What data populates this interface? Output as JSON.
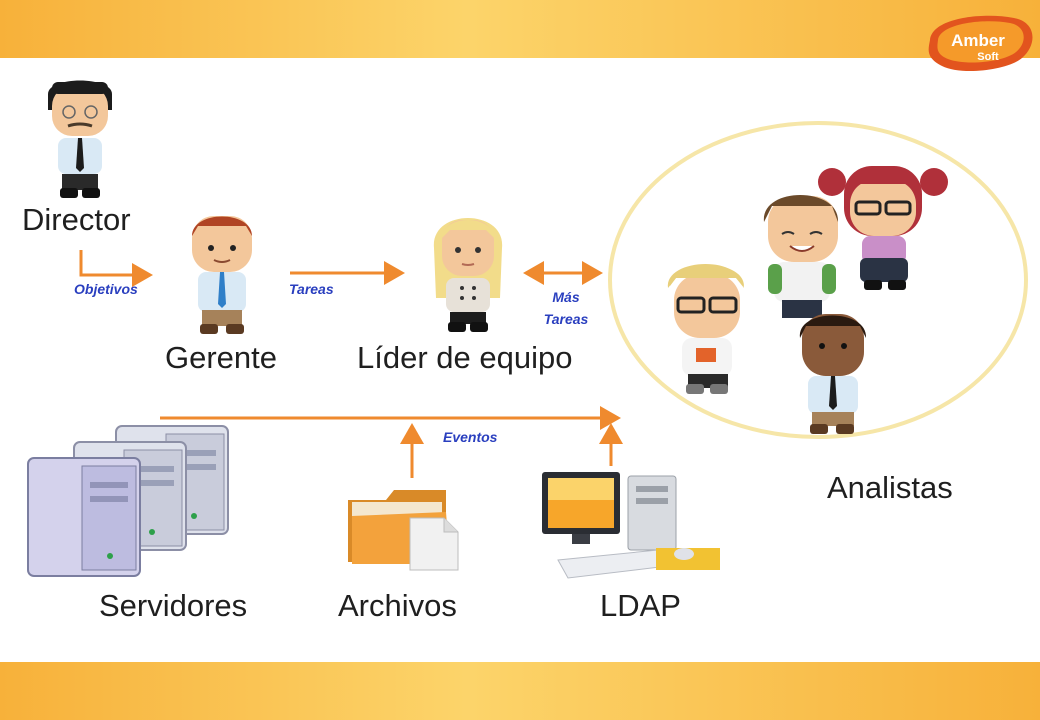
{
  "brand": {
    "line1": "Amber",
    "line2": "Soft"
  },
  "roles": {
    "director": "Director",
    "gerente": "Gerente",
    "lider": "Líder de equipo",
    "analistas": "Analistas"
  },
  "flows": {
    "objetivos": "Objetivos",
    "tareas": "Tareas",
    "mas_tareas_1": "Más",
    "mas_tareas_2": "Tareas",
    "eventos": "Eventos"
  },
  "sources": {
    "servidores": "Servidores",
    "archivos": "Archivos",
    "ldap": "LDAP"
  },
  "colors": {
    "accent": "#ef8a2e",
    "label_blue": "#2a3fbf",
    "band": "#f9c24f",
    "analysts_ring": "#f6e6a8"
  },
  "icons": [
    "director-figure",
    "gerente-figure",
    "lider-figure",
    "analyst-figures",
    "server-icon",
    "folder-icon",
    "computer-icon",
    "ambersoft-logo"
  ]
}
